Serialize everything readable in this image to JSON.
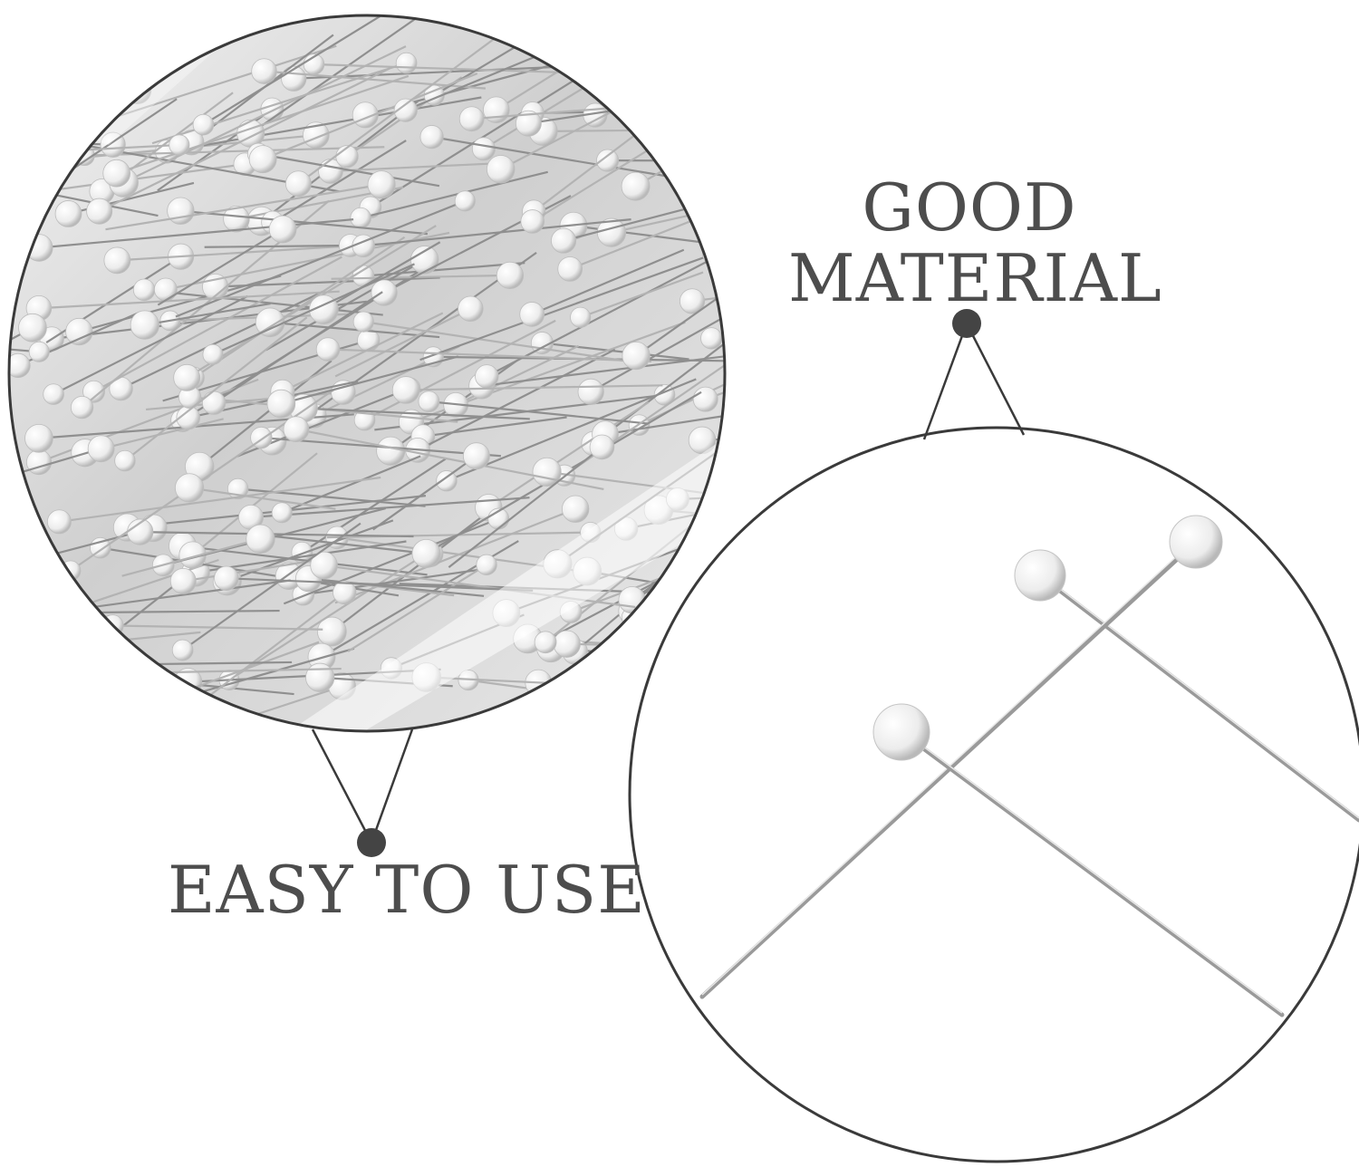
{
  "callouts": {
    "good_material": {
      "line1": "GOOD",
      "line2": "MATERIAL"
    },
    "easy_to_use": {
      "label": "EASY TO USE"
    }
  },
  "images": {
    "left_circle": "pile-of-white-ball-head-pins-in-clear-box",
    "right_circle": "three-white-ball-head-pins-closeup"
  },
  "colors": {
    "outline": "#3a3a3a",
    "text": "#4d4d4d",
    "dot": "#444444",
    "pin_shaft": "#a8a8a8",
    "pin_head": "#f2f2f2",
    "box_background": "#d6d6d6"
  }
}
